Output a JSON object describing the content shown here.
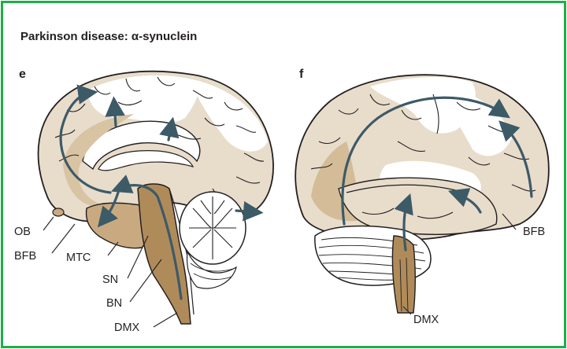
{
  "title": "Parkinson disease: α-synuclein",
  "panels": [
    {
      "letter": "e",
      "labels": [
        "OB",
        "BFB",
        "MTC",
        "SN",
        "BN",
        "DMX"
      ]
    },
    {
      "letter": "f",
      "labels": [
        "BFB",
        "DMX"
      ]
    }
  ],
  "colors": {
    "border": "#1fae4b",
    "tissue": "#e8dccb",
    "tissue_dark": "#c9aa80",
    "brainstem": "#b08b5a",
    "arrow": "#3d5a67",
    "line": "#231f20"
  }
}
